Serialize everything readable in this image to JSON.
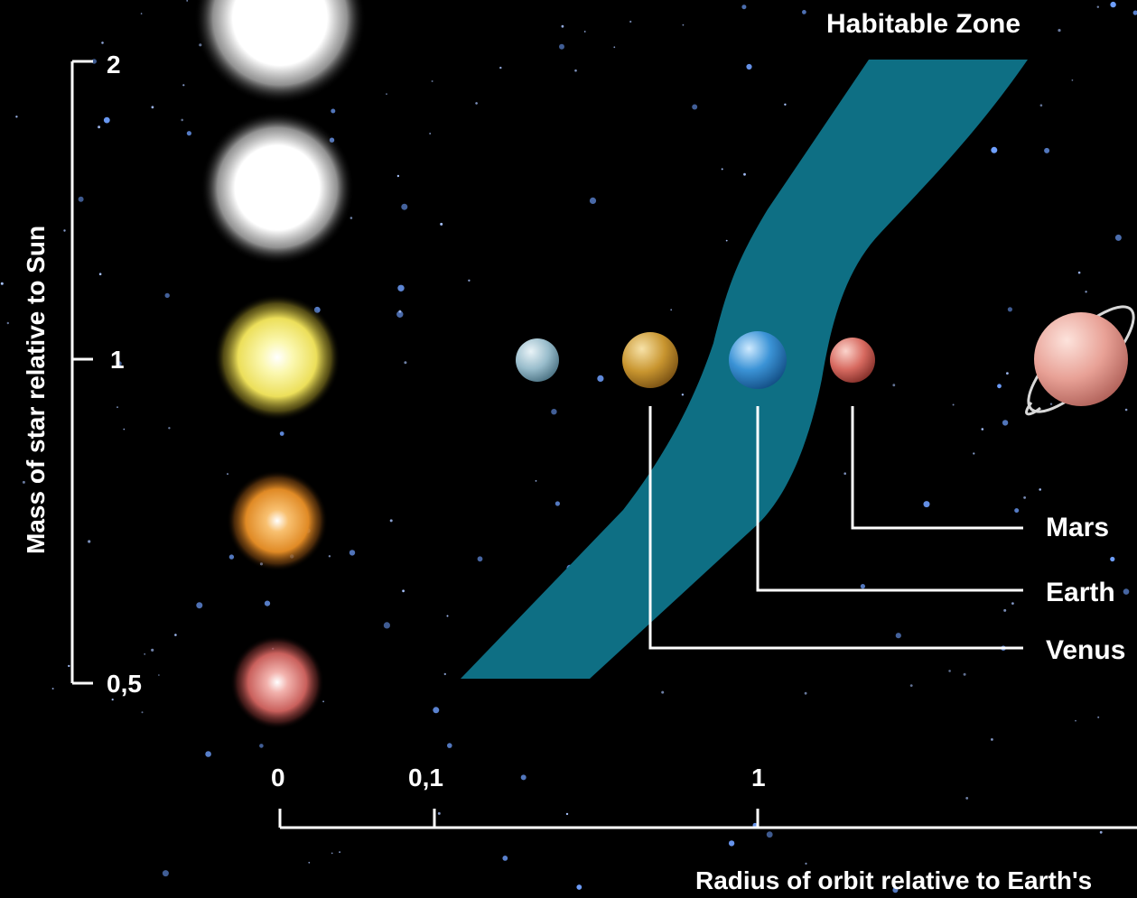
{
  "title": "Habitable Zone",
  "y_axis": {
    "label": "Mass of star relative to Sun",
    "ticks": [
      "2",
      "1",
      "0,5"
    ]
  },
  "x_axis": {
    "label": "Radius of orbit relative to Earth's",
    "ticks": [
      "0",
      "0,1",
      "1"
    ]
  },
  "stars": [
    {
      "name": "white-star-top",
      "color": "#ffffff"
    },
    {
      "name": "white-star",
      "color": "#ffffff"
    },
    {
      "name": "yellow-star",
      "color": "#f4f07a"
    },
    {
      "name": "orange-star",
      "color": "#e8952a"
    },
    {
      "name": "red-star",
      "color": "#d9736e"
    }
  ],
  "planets": [
    {
      "name": "mercury",
      "label": "",
      "color": "#8fb6c8"
    },
    {
      "name": "venus",
      "label": "Venus",
      "color": "#c89636"
    },
    {
      "name": "earth",
      "label": "Earth",
      "color": "#3a8fd0"
    },
    {
      "name": "mars",
      "label": "Mars",
      "color": "#d56a60"
    },
    {
      "name": "saturn",
      "label": "",
      "color": "#e59a8e"
    }
  ],
  "habitable_zone_color": "#0e6f84"
}
